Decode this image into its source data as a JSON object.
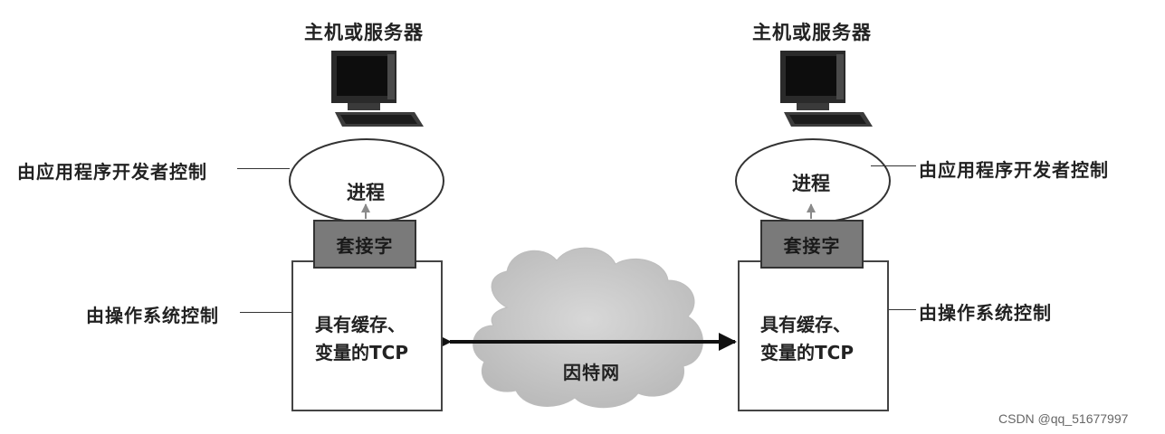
{
  "hosts": [
    {
      "title": "主机或服务器",
      "process": "进程",
      "socket": "套接字",
      "tcp_line1": "具有缓存、",
      "tcp_line2": "变量的TCP",
      "app_control": "由应用程序开发者控制",
      "os_control": "由操作系统控制"
    },
    {
      "title": "主机或服务器",
      "process": "进程",
      "socket": "套接字",
      "tcp_line1": "具有缓存、",
      "tcp_line2": "变量的TCP",
      "app_control": "由应用程序开发者控制",
      "os_control": "由操作系统控制"
    }
  ],
  "network": {
    "label": "因特网"
  },
  "watermark": "CSDN @qq_51677997",
  "icons": [
    "computer-icon",
    "cloud-icon",
    "arrow-icon"
  ],
  "colors": {
    "socket_fill": "#7a7a7a",
    "cloud_fill": "#c9c9c9",
    "line": "#333333"
  }
}
